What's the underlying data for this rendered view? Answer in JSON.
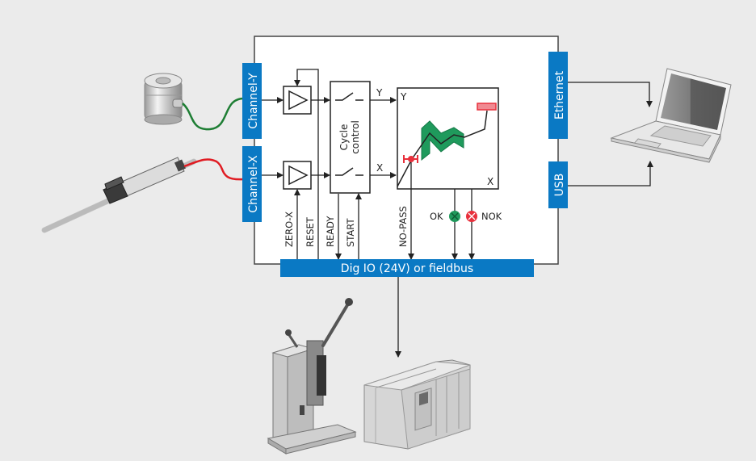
{
  "colors": {
    "background": "#ebebeb",
    "box_fill": "#ffffff",
    "line": "#222222",
    "accent_blue": "#0a79c4",
    "green": "#1f9a5c",
    "red": "#e8303c",
    "green_wire": "#1e7e34",
    "red_wire": "#e01b22"
  },
  "interfaces": {
    "channel_y": "Channel-Y",
    "channel_x": "Channel-X",
    "ethernet": "Ethernet",
    "usb": "USB",
    "bus": "Dig IO (24V) or fieldbus"
  },
  "blocks": {
    "cycle_control_line1": "Cycle",
    "cycle_control_line2": "control",
    "switch_out_y": "Y",
    "switch_out_x": "X",
    "graph_axis_y": "Y",
    "graph_axis_x": "X"
  },
  "signals": {
    "zero_x": "ZERO-X",
    "reset": "RESET",
    "ready": "READY",
    "start": "START",
    "no_pass": "NO-PASS",
    "ok": "OK",
    "nok": "NOK"
  },
  "devices": {
    "force_sensor": "force-sensor",
    "displacement_sensor": "displacement-sensor",
    "laptop": "laptop",
    "manual_press": "manual-press",
    "plc": "plc"
  }
}
